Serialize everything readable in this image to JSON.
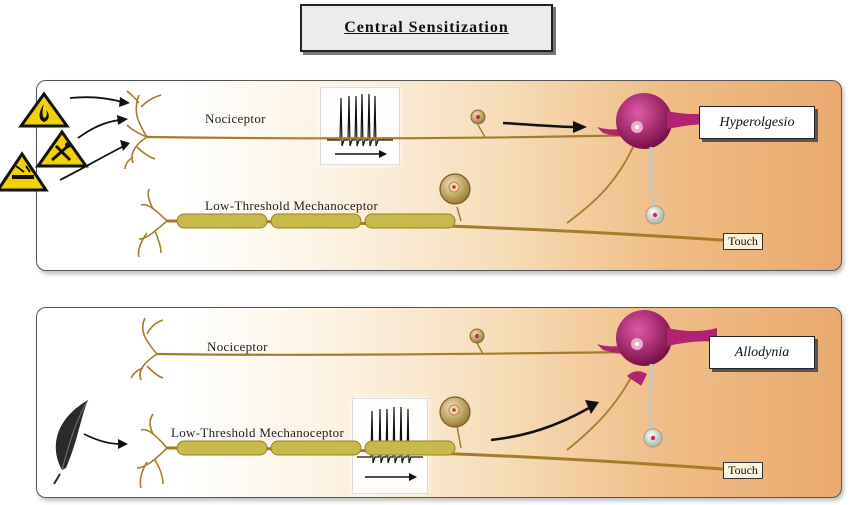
{
  "title": "Central Sensitization",
  "panels": [
    {
      "nociceptor_label": "Nociceptor",
      "mechanoceptor_label": "Low-Threshold Mechanoceptor",
      "outcome_label": "Hyperolgesio",
      "touch_label": "Touch",
      "stimulus_icons": [
        "fire-hazard-icon",
        "toxic-hazard-icon",
        "corrosive-hazard-icon"
      ]
    },
    {
      "nociceptor_label": "Nociceptor",
      "mechanoceptor_label": "Low-Threshold Mechanoceptor",
      "outcome_label": "Allodynia",
      "touch_label": "Touch",
      "stimulus_icons": [
        "feather-icon"
      ]
    }
  ],
  "colors": {
    "axon": "#a67c2a",
    "myelin": "#c9b84a",
    "soma": "#ddc38a",
    "dorsal_neuron": "#b0236f",
    "hazard": "#f2d200"
  }
}
